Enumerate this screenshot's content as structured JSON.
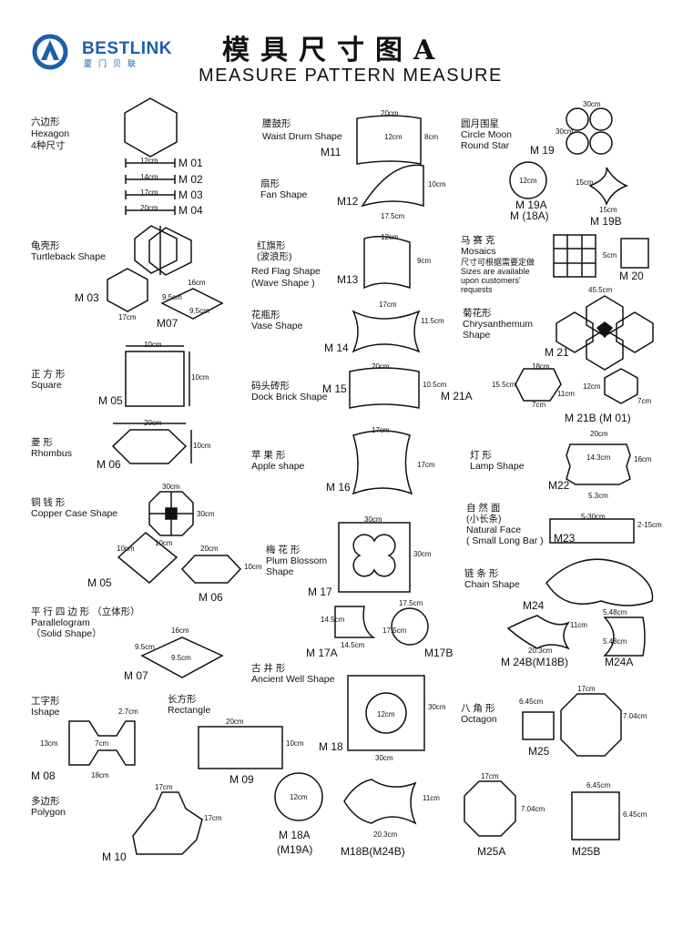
{
  "header": {
    "brand": "BESTLINK",
    "brand_sub": "厦门贝联",
    "title_cn": "模具尺寸图A",
    "title_en": "MEASURE PATTERN MEASURE"
  },
  "colors": {
    "brand": "#1f5fa8",
    "line": "#111111"
  },
  "items": {
    "hexagon": {
      "cn": "六边形",
      "en": "Hexagon",
      "note": "4种尺寸",
      "sizes": [
        "12cm",
        "14cm",
        "17cm",
        "20cm"
      ],
      "codes": [
        "M 01",
        "M 02",
        "M 03",
        "M 04"
      ]
    },
    "turtleback": {
      "cn": "龟壳形",
      "en": "Turtleback  Shape",
      "codes": [
        "M 03",
        "M07"
      ],
      "dims": [
        "16cm",
        "9.5cm",
        "9.5cm",
        "17cm"
      ]
    },
    "square": {
      "cn": "正 方 形",
      "en": "Square",
      "code": "M 05",
      "dims": [
        "10cm",
        "10cm"
      ]
    },
    "rhombus": {
      "cn": "菱 形",
      "en": "Rhombus",
      "code": "M 06",
      "dims": [
        "20cm",
        "10cm"
      ]
    },
    "copper": {
      "cn": "铜 钱 形",
      "en": "Copper Case Shape",
      "codes": [
        "M 05",
        "M 06"
      ],
      "dims": [
        "30cm",
        "30cm",
        "10cm",
        "10cm",
        "20cm",
        "10cm"
      ]
    },
    "parallelogram": {
      "cn": "平 行 四 边 形 （立体形）",
      "en": "Parallelogram",
      "en2": "（Solid Shape）",
      "code": "M 07",
      "dims": [
        "16cm",
        "9.5cm",
        "9.5cm"
      ]
    },
    "ishape": {
      "cn": "工字形",
      "en": "Ishape",
      "code": "M 08",
      "dims": [
        "2.7cm",
        "13cm",
        "7cm",
        "18cm"
      ]
    },
    "rectangle": {
      "cn": "长方形",
      "en": "Rectangle",
      "code": "M 09",
      "dims": [
        "20cm",
        "10cm"
      ]
    },
    "polygon": {
      "cn": "多边形",
      "en": "Polygon",
      "code": "M 10",
      "dims": [
        "17cm",
        "17cm"
      ]
    },
    "waist": {
      "cn": "腰鼓形",
      "en": "Waist Drum Shape",
      "code": "M11",
      "dims": [
        "20cm",
        "12cm",
        "8cm"
      ]
    },
    "fan": {
      "cn": "扇形",
      "en": "Fan Shape",
      "code": "M12",
      "dims": [
        "10cm",
        "17.5cm"
      ]
    },
    "redflag": {
      "cn": "红旗形",
      "cn2": "(波浪形)",
      "en": "Red Flag Shape",
      "en2": "(Wave Shape )",
      "code": "M13",
      "dims": [
        "12cm",
        "9cm"
      ]
    },
    "vase": {
      "cn": "花瓶形",
      "en": "Vase Shape",
      "code": "M 14",
      "dims": [
        "17cm",
        "11.5cm"
      ]
    },
    "dock": {
      "cn": "码头砖形",
      "en": "Dock Brick Shape",
      "code": "M 15",
      "dims": [
        "20cm",
        "10.5cm"
      ]
    },
    "m21a": {
      "code": "M 21A"
    },
    "apple": {
      "cn": "苹 果 形",
      "en": "Apple shape",
      "code": "M 16",
      "dims": [
        "17cm",
        "17cm"
      ]
    },
    "plum": {
      "cn": "梅 花 形",
      "en": "Plum Blossom",
      "en2": "Shape",
      "codes": [
        "M 17",
        "M 17A",
        "M17B"
      ],
      "dims": [
        "30cm",
        "30cm",
        "17.5cm",
        "14.5cm",
        "14.5cm",
        "17.5cm"
      ]
    },
    "ancient": {
      "cn": "古 井 形",
      "en": "Ancient Well Shape",
      "code": "M 18",
      "dims": [
        "12cm",
        "30cm",
        "30cm"
      ]
    },
    "m18a": {
      "codes": [
        "M 18A",
        "(M19A)"
      ],
      "dims": [
        "12cm"
      ]
    },
    "m18b": {
      "code": "M18B(M24B)",
      "dims": [
        "11cm",
        "20.3cm"
      ]
    },
    "circlemoon": {
      "cn": "圆月围星",
      "en": "Circle Moon",
      "en2": "Round Star",
      "codes": [
        "M 19",
        "M 19A",
        "M (18A)",
        "M 19B"
      ],
      "dims": [
        "30cm",
        "30cm",
        "12cm",
        "15cm",
        "15cm"
      ]
    },
    "mosaics": {
      "cn": "马 赛 克",
      "en": "Mosaics",
      "note": "尺寸可根据需要定做",
      "note_en": [
        "Sizes are available",
        "upon customers'",
        "requests"
      ],
      "code": "M 20",
      "dims": [
        "5cm"
      ]
    },
    "chrysanthemum": {
      "cn": "菊花形",
      "en": "Chrysanthemum",
      "en2": "Shape",
      "codes": [
        "M 21",
        "M 21B (M 01)"
      ],
      "dims": [
        "45.5cm",
        "18cm",
        "15.5cm",
        "11cm",
        "7cm",
        "12cm",
        "7cm"
      ]
    },
    "lamp": {
      "cn": "灯 形",
      "en": "Lamp Shape",
      "code": "M22",
      "dims": [
        "20cm",
        "14.3cm",
        "16cm",
        "5.3cm"
      ]
    },
    "natural": {
      "cn": "自 然 面",
      "cn2": "(小长条)",
      "en": "Natural Face",
      "en2": "( Small Long Bar )",
      "code": "M23",
      "dims": [
        "5-30cm",
        "2-15cm"
      ]
    },
    "chain": {
      "cn": "链 条 形",
      "en": "Chain Shape",
      "codes": [
        "M24",
        "M 24B(M18B)",
        "M24A"
      ],
      "dims": [
        "11cm",
        "20.3cm",
        "5.48cm",
        "5.48cm"
      ]
    },
    "octagon": {
      "cn": "八 角 形",
      "en": "Octagon",
      "codes": [
        "M25",
        "M25A",
        "M25B"
      ],
      "dims": [
        "6.45cm",
        "17cm",
        "7.04cm",
        "17cm",
        "7.04cm",
        "6.45cm",
        "6.45cm"
      ]
    }
  }
}
